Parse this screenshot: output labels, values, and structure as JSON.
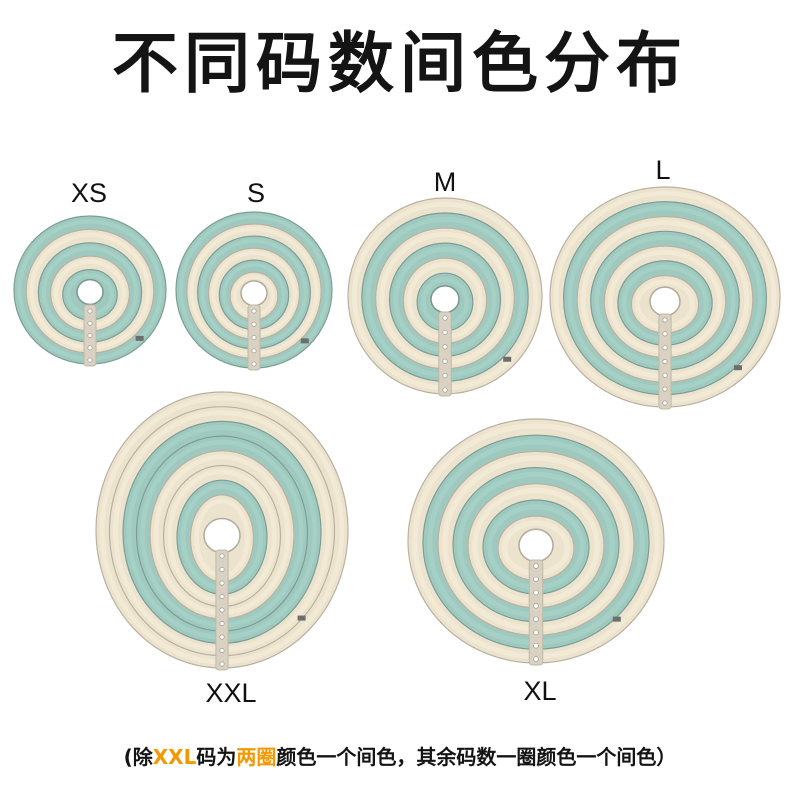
{
  "title": "不同码数间色分布",
  "sizes": {
    "xs": "XS",
    "s": "S",
    "m": "M",
    "l": "L",
    "xxl": "XXL",
    "xl": "XL"
  },
  "note": {
    "prefix": "(除",
    "highlight1": "XXL",
    "middle1": "码为",
    "highlight2": "两圈",
    "suffix": "颜色一个间色，其余码数一圈颜色一个间色）"
  },
  "colors": {
    "beige": "#ECE3CF",
    "mint": "#9FC9BF",
    "highlight": "#F39800",
    "text": "#141414"
  },
  "collars": [
    {
      "id": "xs",
      "pattern": [
        "mint",
        "beige",
        "mint",
        "beige",
        "mint"
      ]
    },
    {
      "id": "s",
      "pattern": [
        "mint",
        "beige",
        "mint",
        "beige",
        "mint",
        "beige"
      ]
    },
    {
      "id": "m",
      "pattern": [
        "beige",
        "mint",
        "beige",
        "mint",
        "beige",
        "mint"
      ]
    },
    {
      "id": "l",
      "pattern": [
        "beige",
        "mint",
        "beige",
        "mint",
        "beige",
        "mint",
        "beige"
      ]
    },
    {
      "id": "xxl",
      "pattern": [
        "beige",
        "beige",
        "mint",
        "mint",
        "beige",
        "beige",
        "mint",
        "beige"
      ]
    },
    {
      "id": "xl",
      "pattern": [
        "beige",
        "mint",
        "beige",
        "mint",
        "beige",
        "mint",
        "beige"
      ]
    }
  ]
}
